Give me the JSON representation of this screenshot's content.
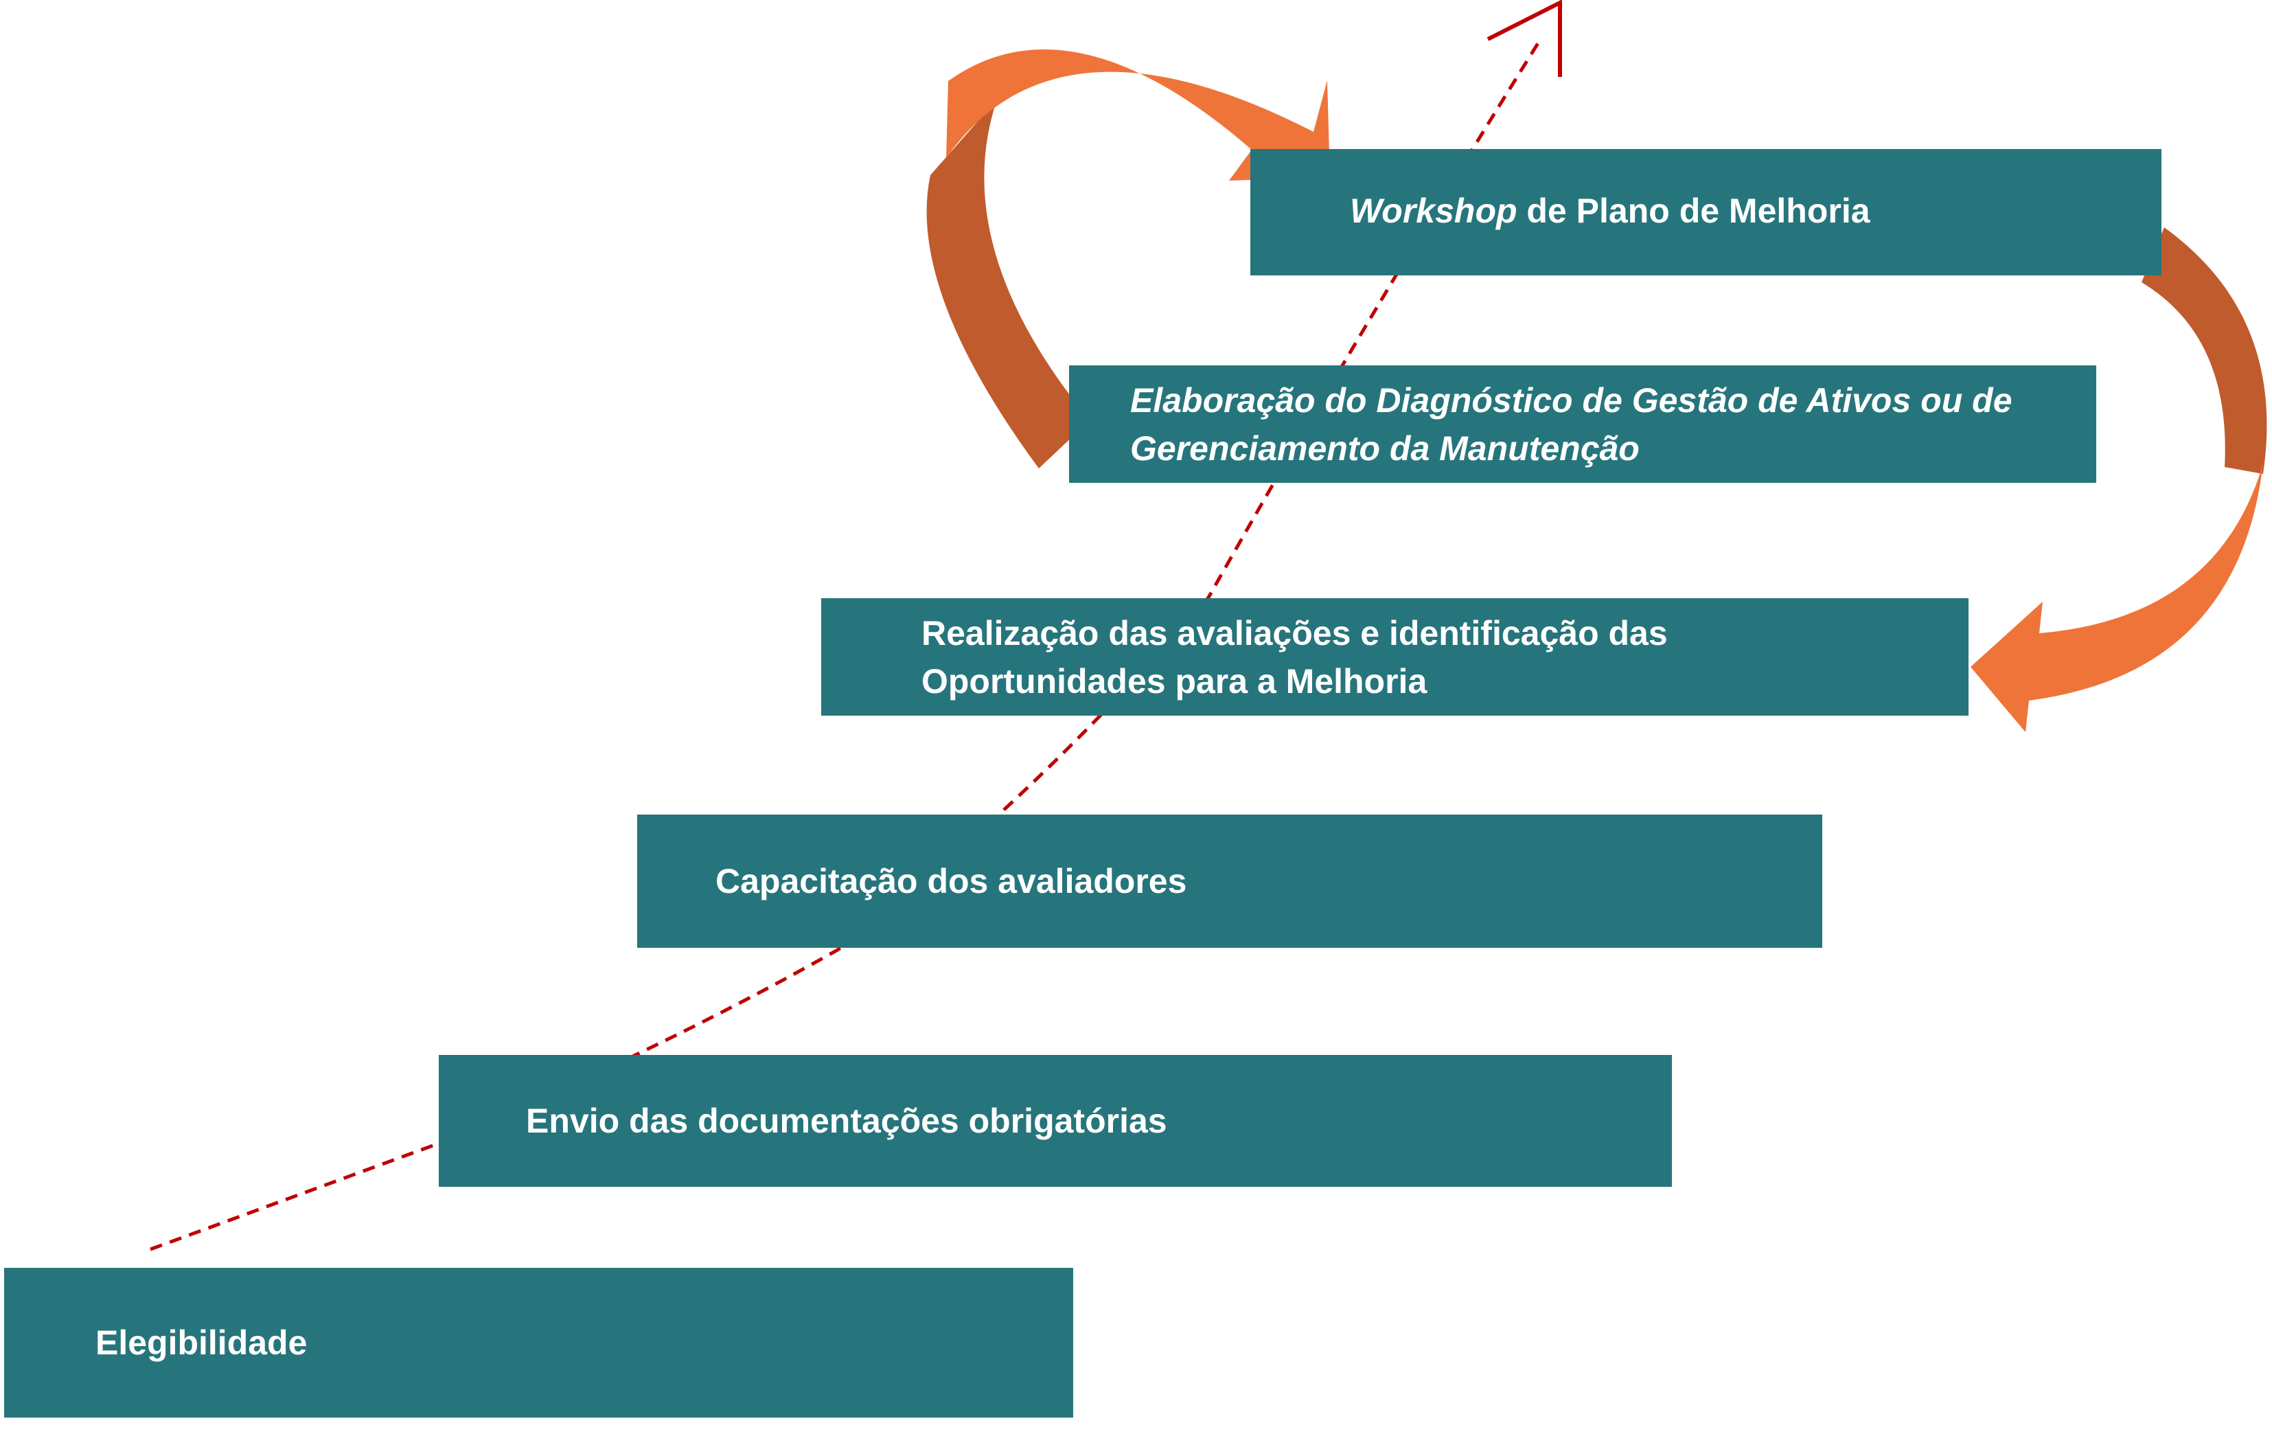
{
  "steps": [
    {
      "label": "Elegibilidade"
    },
    {
      "label": "Envio das documentações obrigatórias"
    },
    {
      "label": "Capacitação dos avaliadores"
    },
    {
      "label_line1": "Realização das avaliações e identificação das",
      "label_line2": "Oportunidades para a Melhoria"
    },
    {
      "label_line1": "Elaboração do Diagnóstico de Gestão de Ativos ou de",
      "label_line2": "Gerenciamento da Manutenção"
    },
    {
      "label_italic": "Workshop",
      "label_rest": " de Plano de Melhoria"
    }
  ],
  "colors": {
    "box": "#27757c",
    "arrow_light": "#ef7439",
    "arrow_dark": "#c05b2d",
    "trend_line": "#c00000"
  }
}
